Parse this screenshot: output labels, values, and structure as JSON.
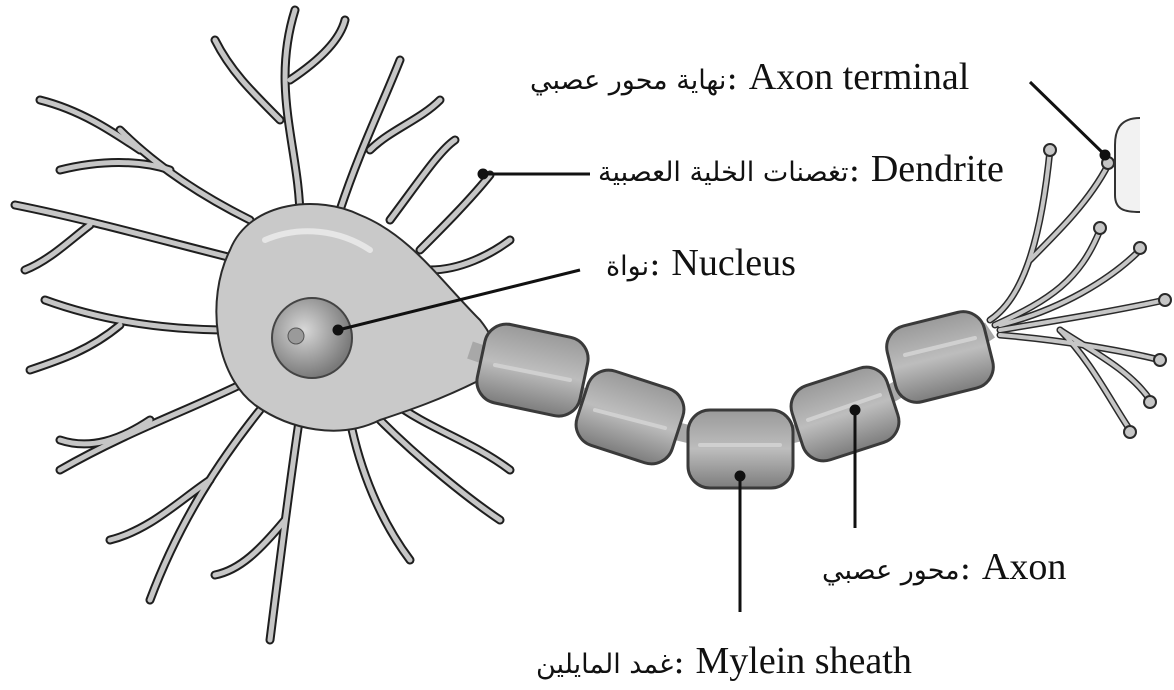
{
  "labels": {
    "axon_terminal": {
      "en": "Axon terminal",
      "ar": "نهاية محور عصبي"
    },
    "dendrite": {
      "en": "Dendrite",
      "ar": "تغصنات الخلية العصبية"
    },
    "nucleus": {
      "en": "Nucleus",
      "ar": "نواة"
    },
    "axon": {
      "en": "Axon",
      "ar": "محور عصبي"
    },
    "myelin_sheath": {
      "en": "Mylein sheath",
      "ar": "غمد المايلين"
    }
  },
  "separator": ":",
  "colors": {
    "cell_body": "#c9c9c9",
    "cell_outline": "#2a2a2a",
    "myelin": "#8f8f8f",
    "myelin_highlight": "#b9b9b9",
    "leader_line": "#111111"
  }
}
